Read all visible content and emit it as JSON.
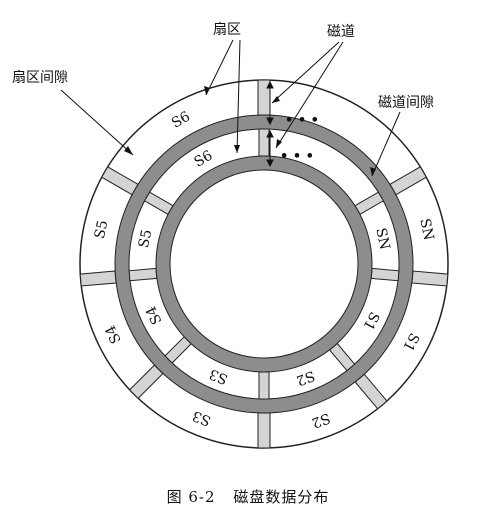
{
  "labels": {
    "sector": "扇区",
    "track": "磁道",
    "sector_gap": "扇区间隙",
    "track_gap": "磁道间隙",
    "ellipsis": "• • •"
  },
  "outer_sectors": [
    "S6",
    "SN",
    "S1",
    "S2",
    "S3",
    "S4",
    "S5"
  ],
  "inner_sectors": [
    "S6",
    "SN",
    "S1",
    "S2",
    "S3",
    "S4",
    "S5"
  ],
  "caption": {
    "number": "图 6-2",
    "title": "磁盘数据分布"
  },
  "colors": {
    "gap_fill": "#d4d4d4",
    "track_gap_band": "#8d8d8d",
    "stroke": "#222222"
  }
}
